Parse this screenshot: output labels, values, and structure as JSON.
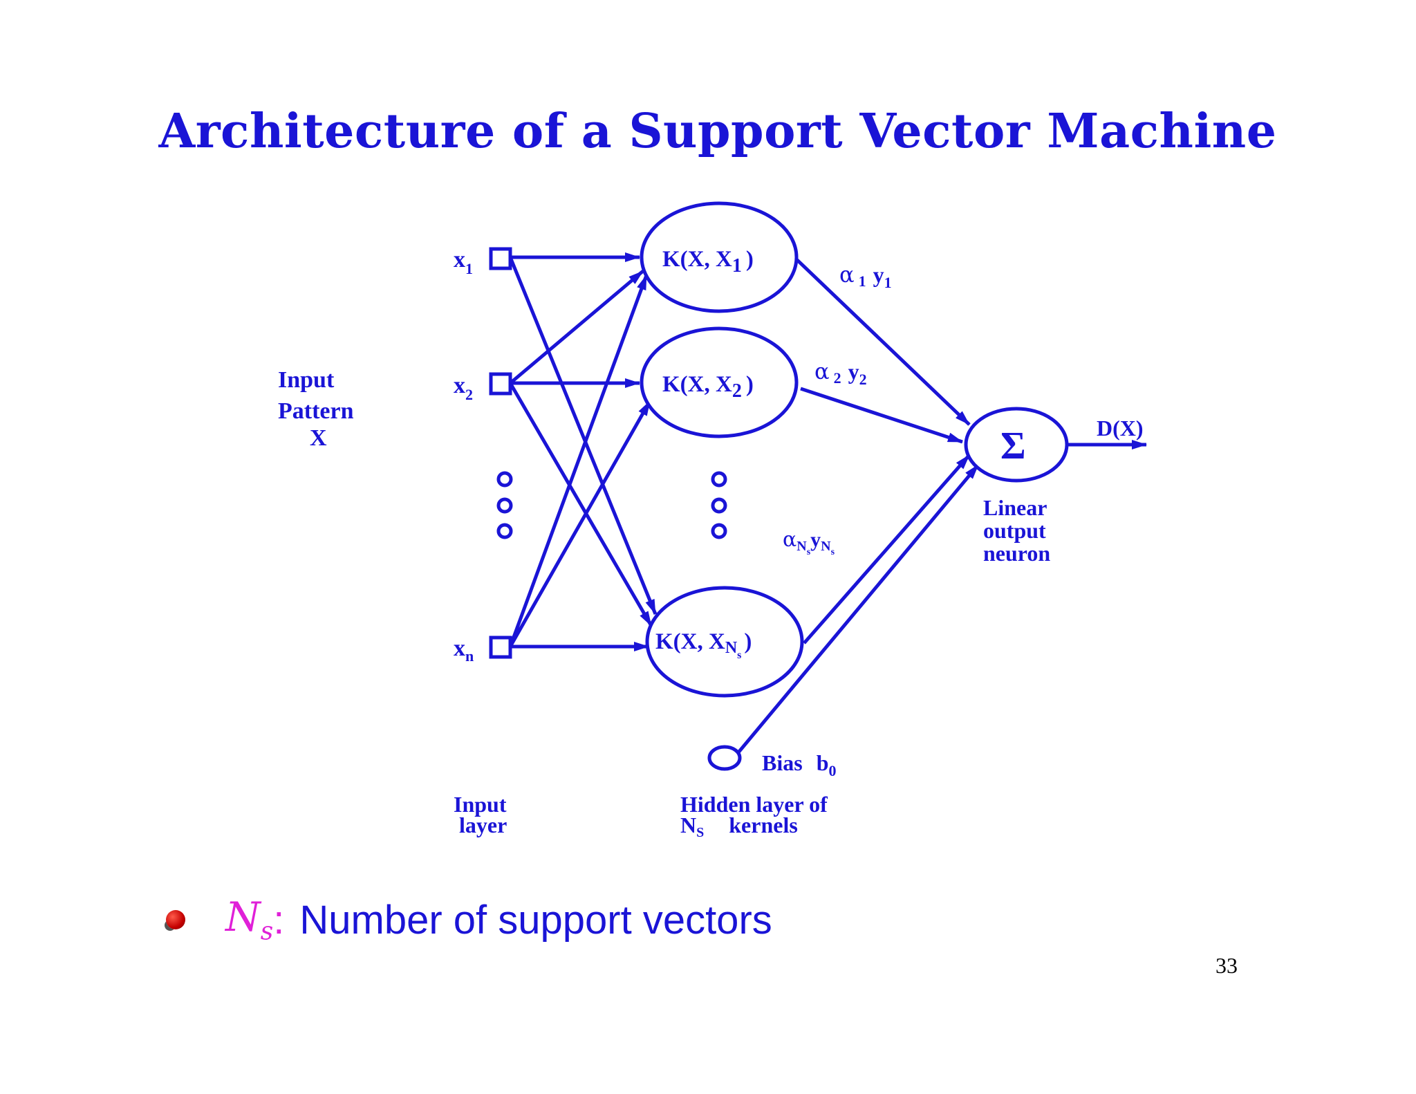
{
  "slide": {
    "title": "Architecture of a Support Vector Machine",
    "page_number": "33"
  },
  "diagram": {
    "input_pattern_label": [
      "Input",
      "Pattern",
      "X"
    ],
    "inputs": [
      {
        "base": "x",
        "sub": "1"
      },
      {
        "base": "x",
        "sub": "2"
      },
      {
        "base": "x",
        "sub": "n"
      }
    ],
    "kernels": [
      {
        "text": "K(X, X",
        "sub": "1",
        "close": ")"
      },
      {
        "text": "K(X, X",
        "sub": "2",
        "close": ")"
      },
      {
        "text": "K(X, X",
        "sub": "N",
        "subsub": "s",
        "close": ")"
      }
    ],
    "weights": [
      {
        "alpha_sub": "1",
        "y": "y",
        "y_sub": "1"
      },
      {
        "alpha_sub": "2",
        "y": "y",
        "y_sub": "2"
      },
      {
        "alpha_sub": "N",
        "alpha_subsub": "s",
        "y": "y",
        "y_sub": "N",
        "y_subsub": "s"
      }
    ],
    "sum_symbol": "Σ",
    "output_label": "D(X)",
    "output_neuron_label": [
      "Linear",
      "output",
      "neuron"
    ],
    "bias_label": "Bias",
    "bias_symbol": {
      "base": "b",
      "sub": "0"
    },
    "input_layer_label": [
      "Input",
      "layer"
    ],
    "hidden_layer_label": [
      "Hidden layer of",
      "kernels"
    ],
    "hidden_layer_ns": {
      "base": "N",
      "sub": "S"
    }
  },
  "bullet": {
    "symbol_base": "N",
    "symbol_sub": "s",
    "colon": ":",
    "text": "Number of support vectors"
  },
  "colors": {
    "primary": "#1a14d6",
    "symbol": "#e020d8",
    "bullet": "#c40000"
  }
}
